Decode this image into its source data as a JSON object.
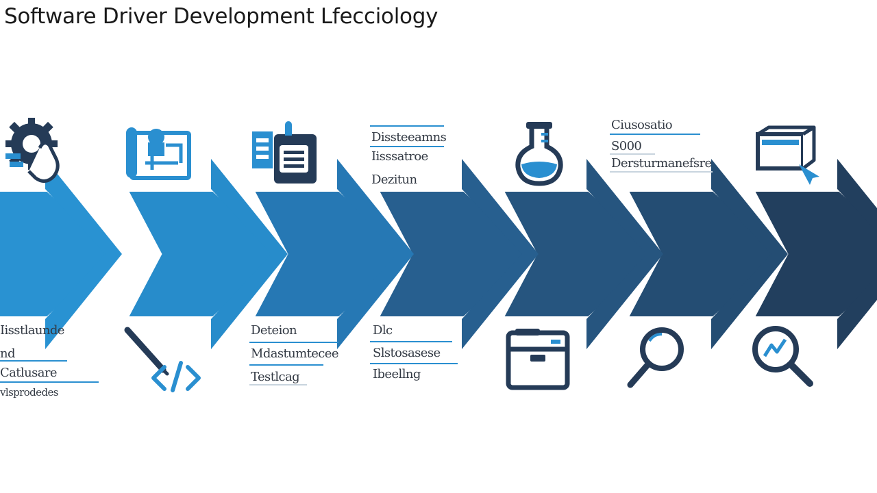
{
  "title": "Software Driver Development Lfecciology",
  "colors": {
    "stage_fills": [
      "#2992d2",
      "#278ccb",
      "#2678b4",
      "#275f8f",
      "#26557f",
      "#244d73",
      "#223f5e"
    ],
    "icon_blue": "#2a8fd0",
    "icon_navy": "#253b57",
    "rule_blue": "#2a8fd0",
    "label_text": "#333a44"
  },
  "stages": [
    {
      "top_icon": "gear-hand-icon",
      "bottom_icon": "labels",
      "labels": [
        "Iisstlaunde",
        "nd",
        "Catlusare",
        "vlsprodedes"
      ]
    },
    {
      "top_icon": "blueprint-icon",
      "bottom_icon": "code-icon",
      "labels": []
    },
    {
      "top_icon": "machine-toolbox-icon",
      "bottom_icon": "labels",
      "labels": [
        "Deteion",
        "Mdastumtecee",
        "Testlcag"
      ]
    },
    {
      "top_icon": "labels",
      "bottom_icon": "labels",
      "top_labels": [
        "Dissteeamns",
        "Iisssatroe",
        "Dezitun"
      ],
      "labels": [
        "Dlc",
        "Slstosasese",
        "Ibeellng"
      ]
    },
    {
      "top_icon": "flask-icon",
      "bottom_icon": "briefcase-icon",
      "labels": []
    },
    {
      "top_icon": "labels",
      "bottom_icon": "magnifier-icon",
      "top_labels": [
        "Ciusosatio",
        "S000",
        "Dersturmanefsre"
      ],
      "labels": []
    },
    {
      "top_icon": "box-cursor-icon",
      "bottom_icon": "magnifier-chart-icon",
      "labels": []
    }
  ]
}
